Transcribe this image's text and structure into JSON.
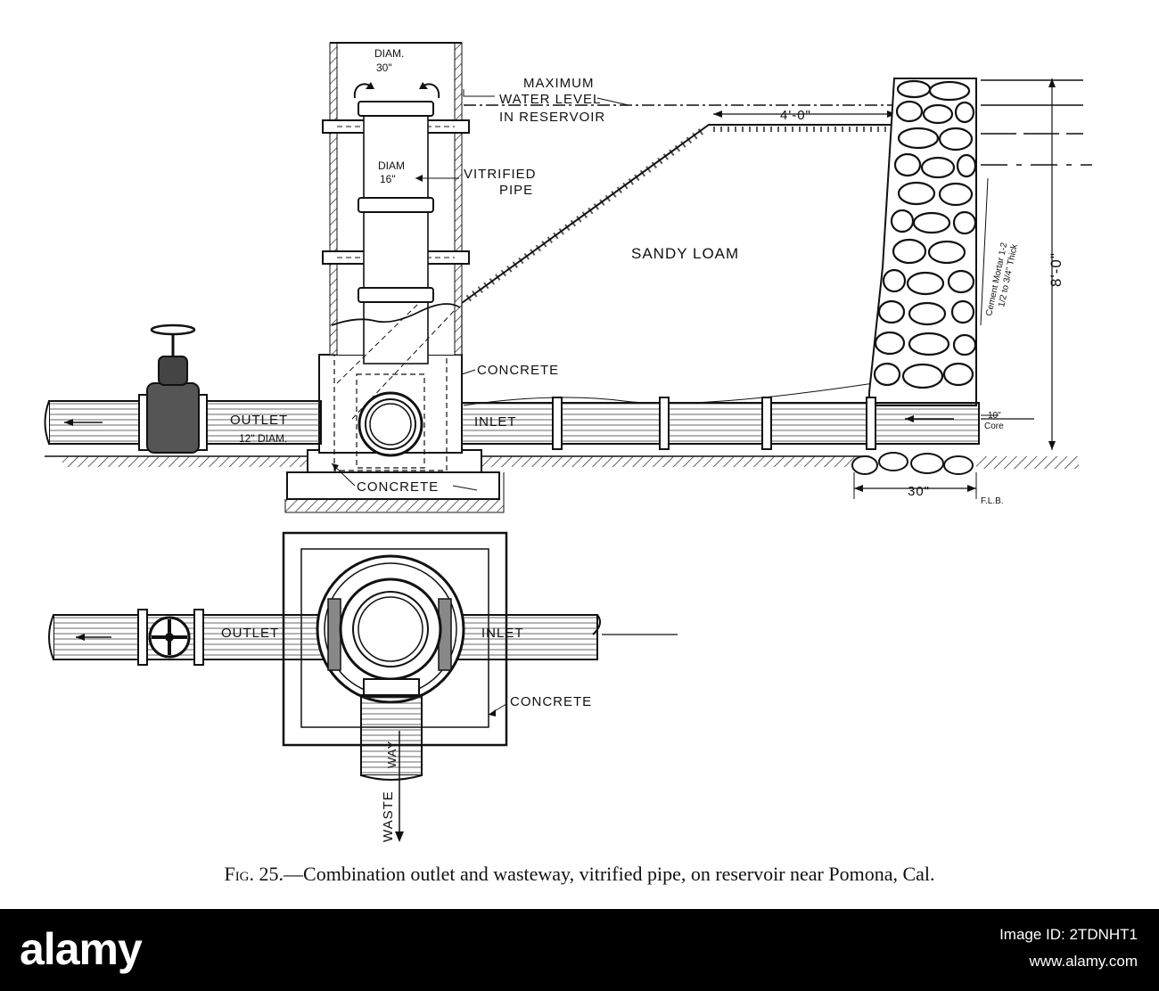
{
  "labels": {
    "diam_30_a": "DIAM.",
    "diam_30_b": "30\"",
    "max_level_1": "MAXIMUM",
    "max_level_2": "WATER LEVEL",
    "max_level_3": "IN RESERVOIR",
    "width_4": "4'-0\"",
    "diam_16_a": "DIAM",
    "diam_16_b": "16\"",
    "vitrified_1": "VITRIFIED",
    "vitrified_2": "PIPE",
    "sandy_loam": "SANDY LOAM",
    "cement_mortar": "Cement Mortar 1-2",
    "cement_thick": "1/2 to 3/4\" Thick",
    "height_8": "8'-0\"",
    "concrete_side": "CONCRETE",
    "outlet": "OUTLET",
    "outlet_diam": "12\" DIAM.",
    "inlet": "INLET",
    "core_a": "10\"",
    "core_b": "Core",
    "concrete_base": "CONCRETE",
    "width_30": "30\"",
    "initials": "F.L.B.",
    "plan_outlet": "OUTLET",
    "plan_inlet": "INLET",
    "plan_concrete": "CONCRETE",
    "waste": "WASTE",
    "way": "WAY"
  },
  "caption": {
    "fig_no": "Fig. 25.",
    "text": "—Combination outlet and wasteway, vitrified pipe, on reservoir near Pomona, Cal."
  },
  "stock": {
    "logo": "alamy",
    "image_id": "Image ID: 2TDNHT1",
    "url": "www.alamy.com"
  }
}
